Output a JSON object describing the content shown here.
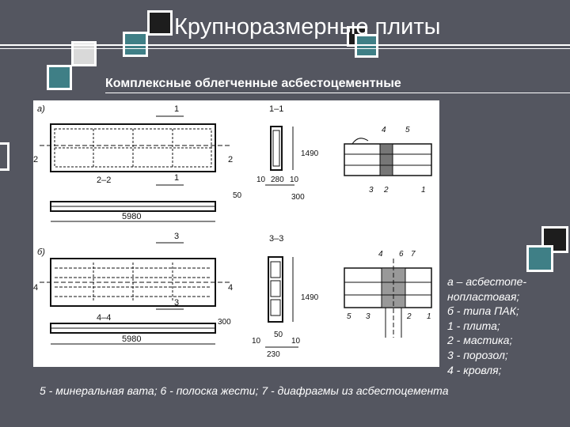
{
  "slide": {
    "title": "Крупноразмерные плиты",
    "subtitle": "Комплексные облегченные асбестоцементные"
  },
  "drawing": {
    "panel_a_label": "а)",
    "panel_b_label": "б)",
    "section_1": "1–1",
    "section_2": "2–2",
    "section_3": "3–3",
    "section_4": "4–4",
    "cut_1": "1",
    "cut_2": "2",
    "cut_3": "3",
    "cut_4": "4",
    "dim_1490": "1490",
    "dim_50": "50",
    "dim_300": "300",
    "dim_10": "10",
    "dim_280": "280",
    "dim_5980": "5980",
    "dim_230": "230",
    "callout_1": "1",
    "callout_2": "2",
    "callout_3": "3",
    "callout_4": "4",
    "callout_5": "5",
    "callout_6": "6",
    "callout_7": "7"
  },
  "legend": {
    "lines": [
      "а – асбестопе-",
      "нопластовая;",
      "б - типа ПАК;",
      "1 - плита;",
      "2 - мастика;",
      "3 - порозол;",
      "4 - кровля;"
    ],
    "bottom_line": "5 - минеральная вата; 6 - полоска жести; 7 - диафрагмы из асбестоцемента"
  },
  "colors": {
    "background": "#545660",
    "teal_square": "#3f7f86",
    "dark_square": "#1d1d1d",
    "light_square": "#d9d9d9",
    "text": "#ffffff"
  }
}
